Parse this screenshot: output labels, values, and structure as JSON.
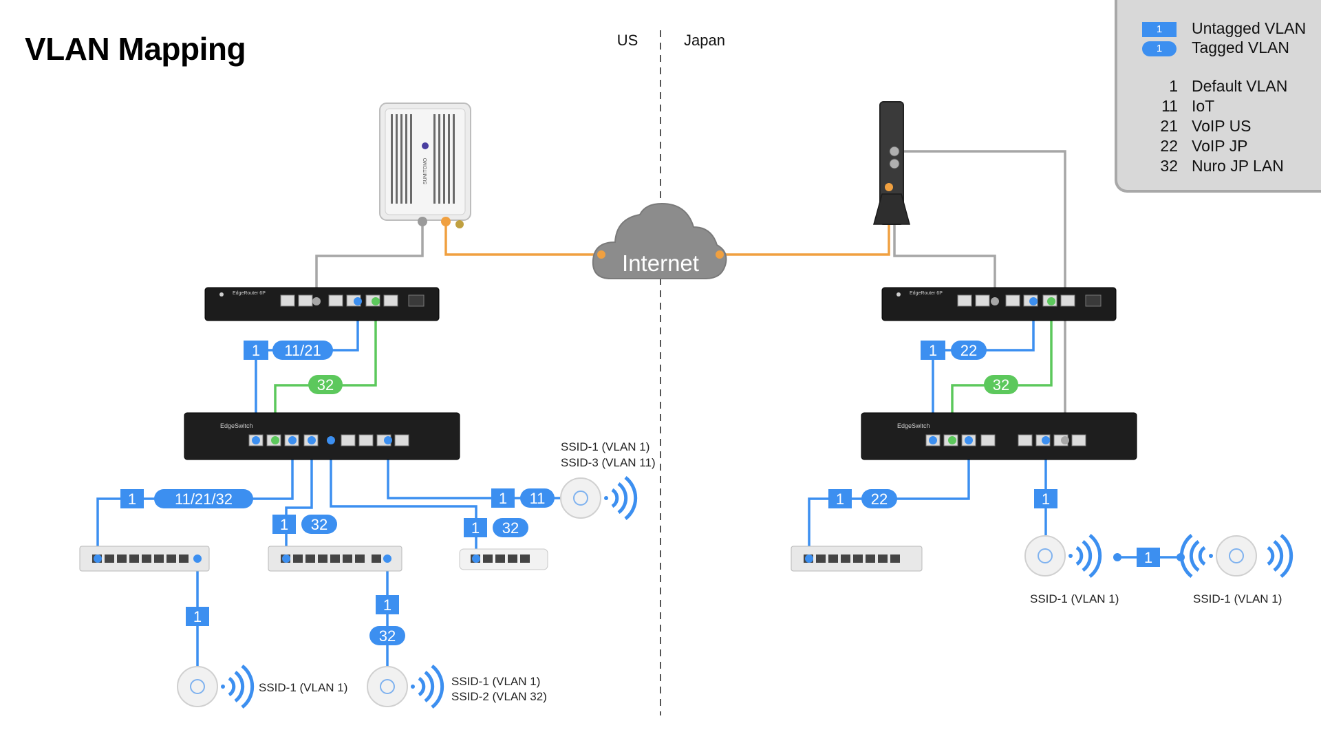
{
  "title": "VLAN Mapping",
  "regions": {
    "left": "US",
    "right": "Japan"
  },
  "internet_label": "Internet",
  "legend": {
    "untagged_badge": "1",
    "untagged_label": "Untagged VLAN",
    "tagged_badge": "1",
    "tagged_label": "Tagged VLAN",
    "vlans": [
      {
        "id": "1",
        "name": "Default VLAN"
      },
      {
        "id": "11",
        "name": "IoT"
      },
      {
        "id": "21",
        "name": "VoIP US"
      },
      {
        "id": "22",
        "name": "VoIP JP"
      },
      {
        "id": "32",
        "name": "Nuro JP LAN"
      }
    ]
  },
  "devices": {
    "ont_brand": "SUMITOMO",
    "router_model": "EdgeRouter 6P",
    "switch_model": "EdgeSwitch"
  },
  "us": {
    "router_to_switch_untagged": "1",
    "router_to_switch_tagged": "11/21",
    "router_to_switch_green": "32",
    "switch_a_untagged": "1",
    "switch_a_tagged": "11/21/32",
    "switch_b_untagged": "1",
    "switch_b_tagged": "32",
    "switch_c_untagged": "1",
    "switch_c_tagged": "32",
    "ap_top_untagged": "1",
    "ap_top_tagged": "11",
    "ap_top_ssid1": "SSID-1 (VLAN 1)",
    "ap_top_ssid2": "SSID-3 (VLAN 11)",
    "ap_a_untagged": "1",
    "ap_a_ssid": "SSID-1 (VLAN 1)",
    "ap_b_untagged": "1",
    "ap_b_tagged": "32",
    "ap_b_ssid1": "SSID-1 (VLAN 1)",
    "ap_b_ssid2": "SSID-2 (VLAN 32)"
  },
  "jp": {
    "router_to_switch_untagged": "1",
    "router_to_switch_tagged": "22",
    "router_to_switch_green": "32",
    "switch_untagged": "1",
    "switch_tagged": "22",
    "ap_untagged": "1",
    "mesh_tagged": "1",
    "ap1_ssid": "SSID-1 (VLAN 1)",
    "ap2_ssid": "SSID-1 (VLAN 1)"
  },
  "colors": {
    "blue": "#3c8ff0",
    "green": "#5cc85c",
    "orange": "#f0a040",
    "gray": "#a6a6a6"
  }
}
